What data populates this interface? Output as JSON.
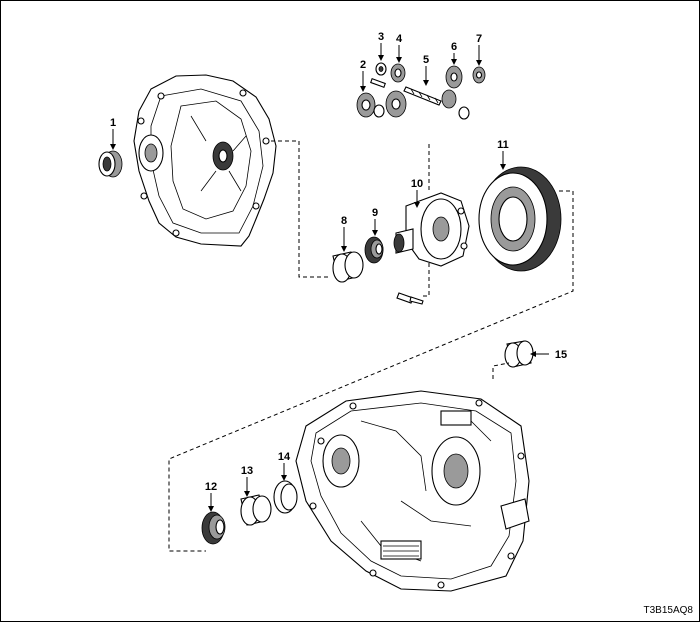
{
  "figure_code": "T3B15AQ8",
  "labels": [
    {
      "id": "1",
      "text": "1"
    },
    {
      "id": "2",
      "text": "2"
    },
    {
      "id": "3",
      "text": "3"
    },
    {
      "id": "4",
      "text": "4"
    },
    {
      "id": "5",
      "text": "5"
    },
    {
      "id": "6",
      "text": "6"
    },
    {
      "id": "7",
      "text": "7"
    },
    {
      "id": "8",
      "text": "8"
    },
    {
      "id": "9",
      "text": "9"
    },
    {
      "id": "10",
      "text": "10"
    },
    {
      "id": "11",
      "text": "11"
    },
    {
      "id": "12",
      "text": "12"
    },
    {
      "id": "13",
      "text": "13"
    },
    {
      "id": "14",
      "text": "14"
    },
    {
      "id": "15",
      "text": "15"
    }
  ]
}
